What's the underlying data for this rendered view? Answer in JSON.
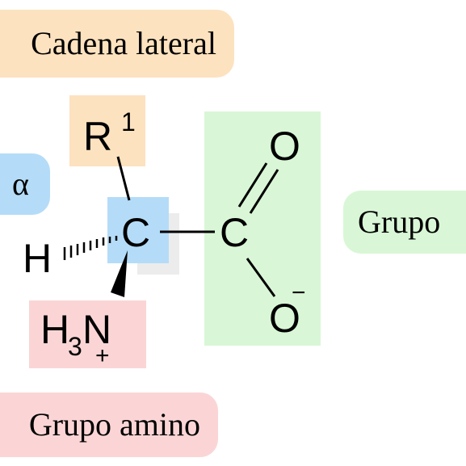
{
  "labels": {
    "side_chain": "Cadena lateral",
    "alpha": "α",
    "carboxyl_group": "Grupo",
    "amino_group": "Grupo amino"
  },
  "atoms": {
    "r_group": "R",
    "r_superscript": "1",
    "alpha_carbon": "C",
    "carboxyl_carbon": "C",
    "hydrogen": "H",
    "oxygen_double": "O",
    "oxygen_single": "O",
    "oxygen_charge": "−",
    "amine_h": "H",
    "amine_subscript": "3",
    "amine_n": "N",
    "amine_charge": "+"
  },
  "colors": {
    "orange": "#fde2bf",
    "blue": "#b4dcf8",
    "green": "#d9f7d6",
    "pink": "#fbd5d5",
    "gray": "#ececec",
    "ink": "#000000"
  }
}
